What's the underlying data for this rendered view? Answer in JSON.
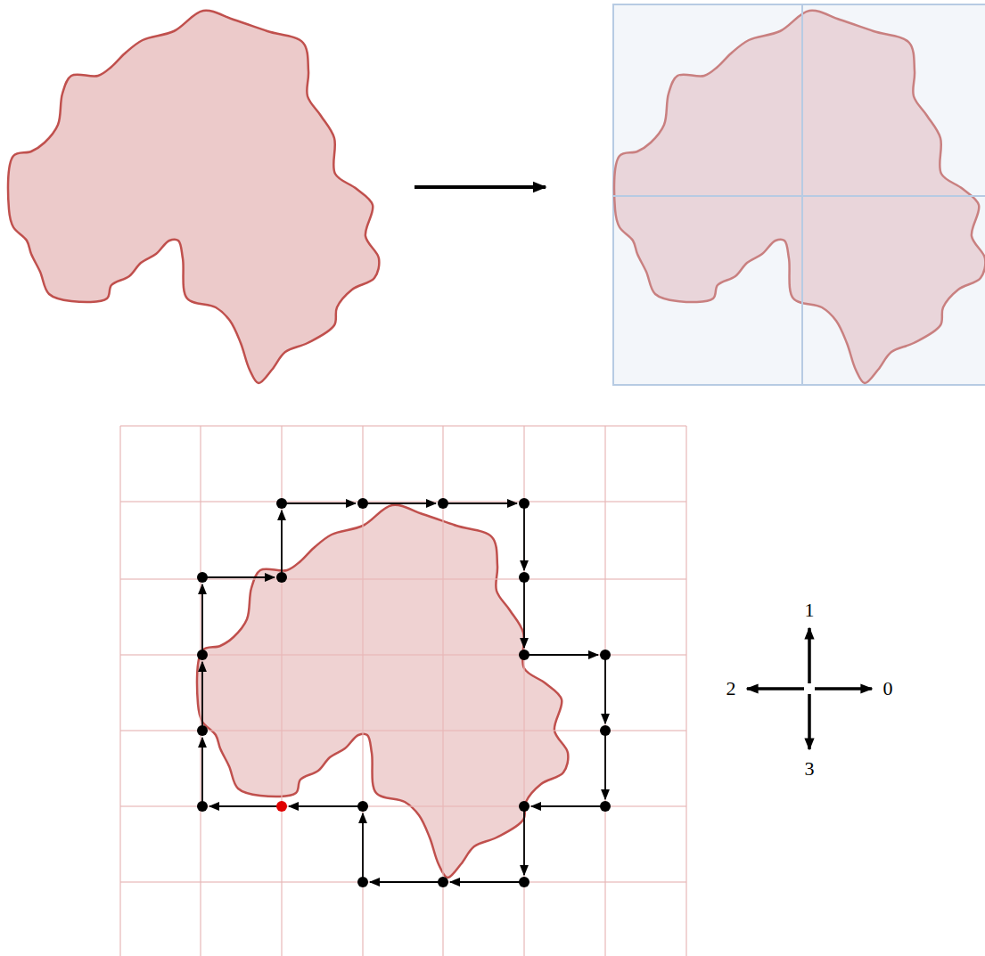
{
  "diagram": {
    "labels": [
      "1",
      "2",
      "0",
      "3"
    ]
  }
}
